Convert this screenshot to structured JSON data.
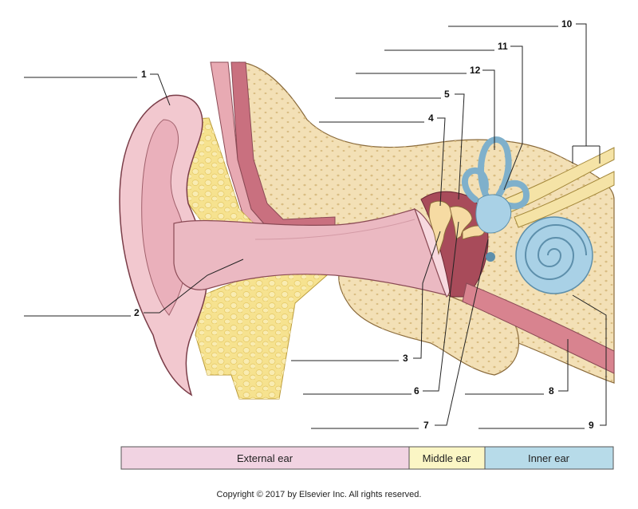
{
  "labels": [
    "1",
    "2",
    "3",
    "4",
    "5",
    "6",
    "7",
    "8",
    "9",
    "10",
    "11",
    "12"
  ],
  "regions": {
    "external": {
      "label": "External ear",
      "color": "#f1d3e2"
    },
    "middle": {
      "label": "Middle ear",
      "color": "#fbf6c5"
    },
    "inner": {
      "label": "Inner ear",
      "color": "#b7dbe9"
    }
  },
  "copyright": "Copyright © 2017 by Elsevier Inc. All rights reserved.",
  "colors": {
    "bone": "#f3e0b6",
    "fat": "#f6e28f",
    "skin": "#f2c8cf",
    "canal": "#e8b6bf",
    "muscle": "#d8838f",
    "cavity": "#a84b5a",
    "labyrinth": "#a9d1e6",
    "nerve": "#f5e3a6"
  }
}
